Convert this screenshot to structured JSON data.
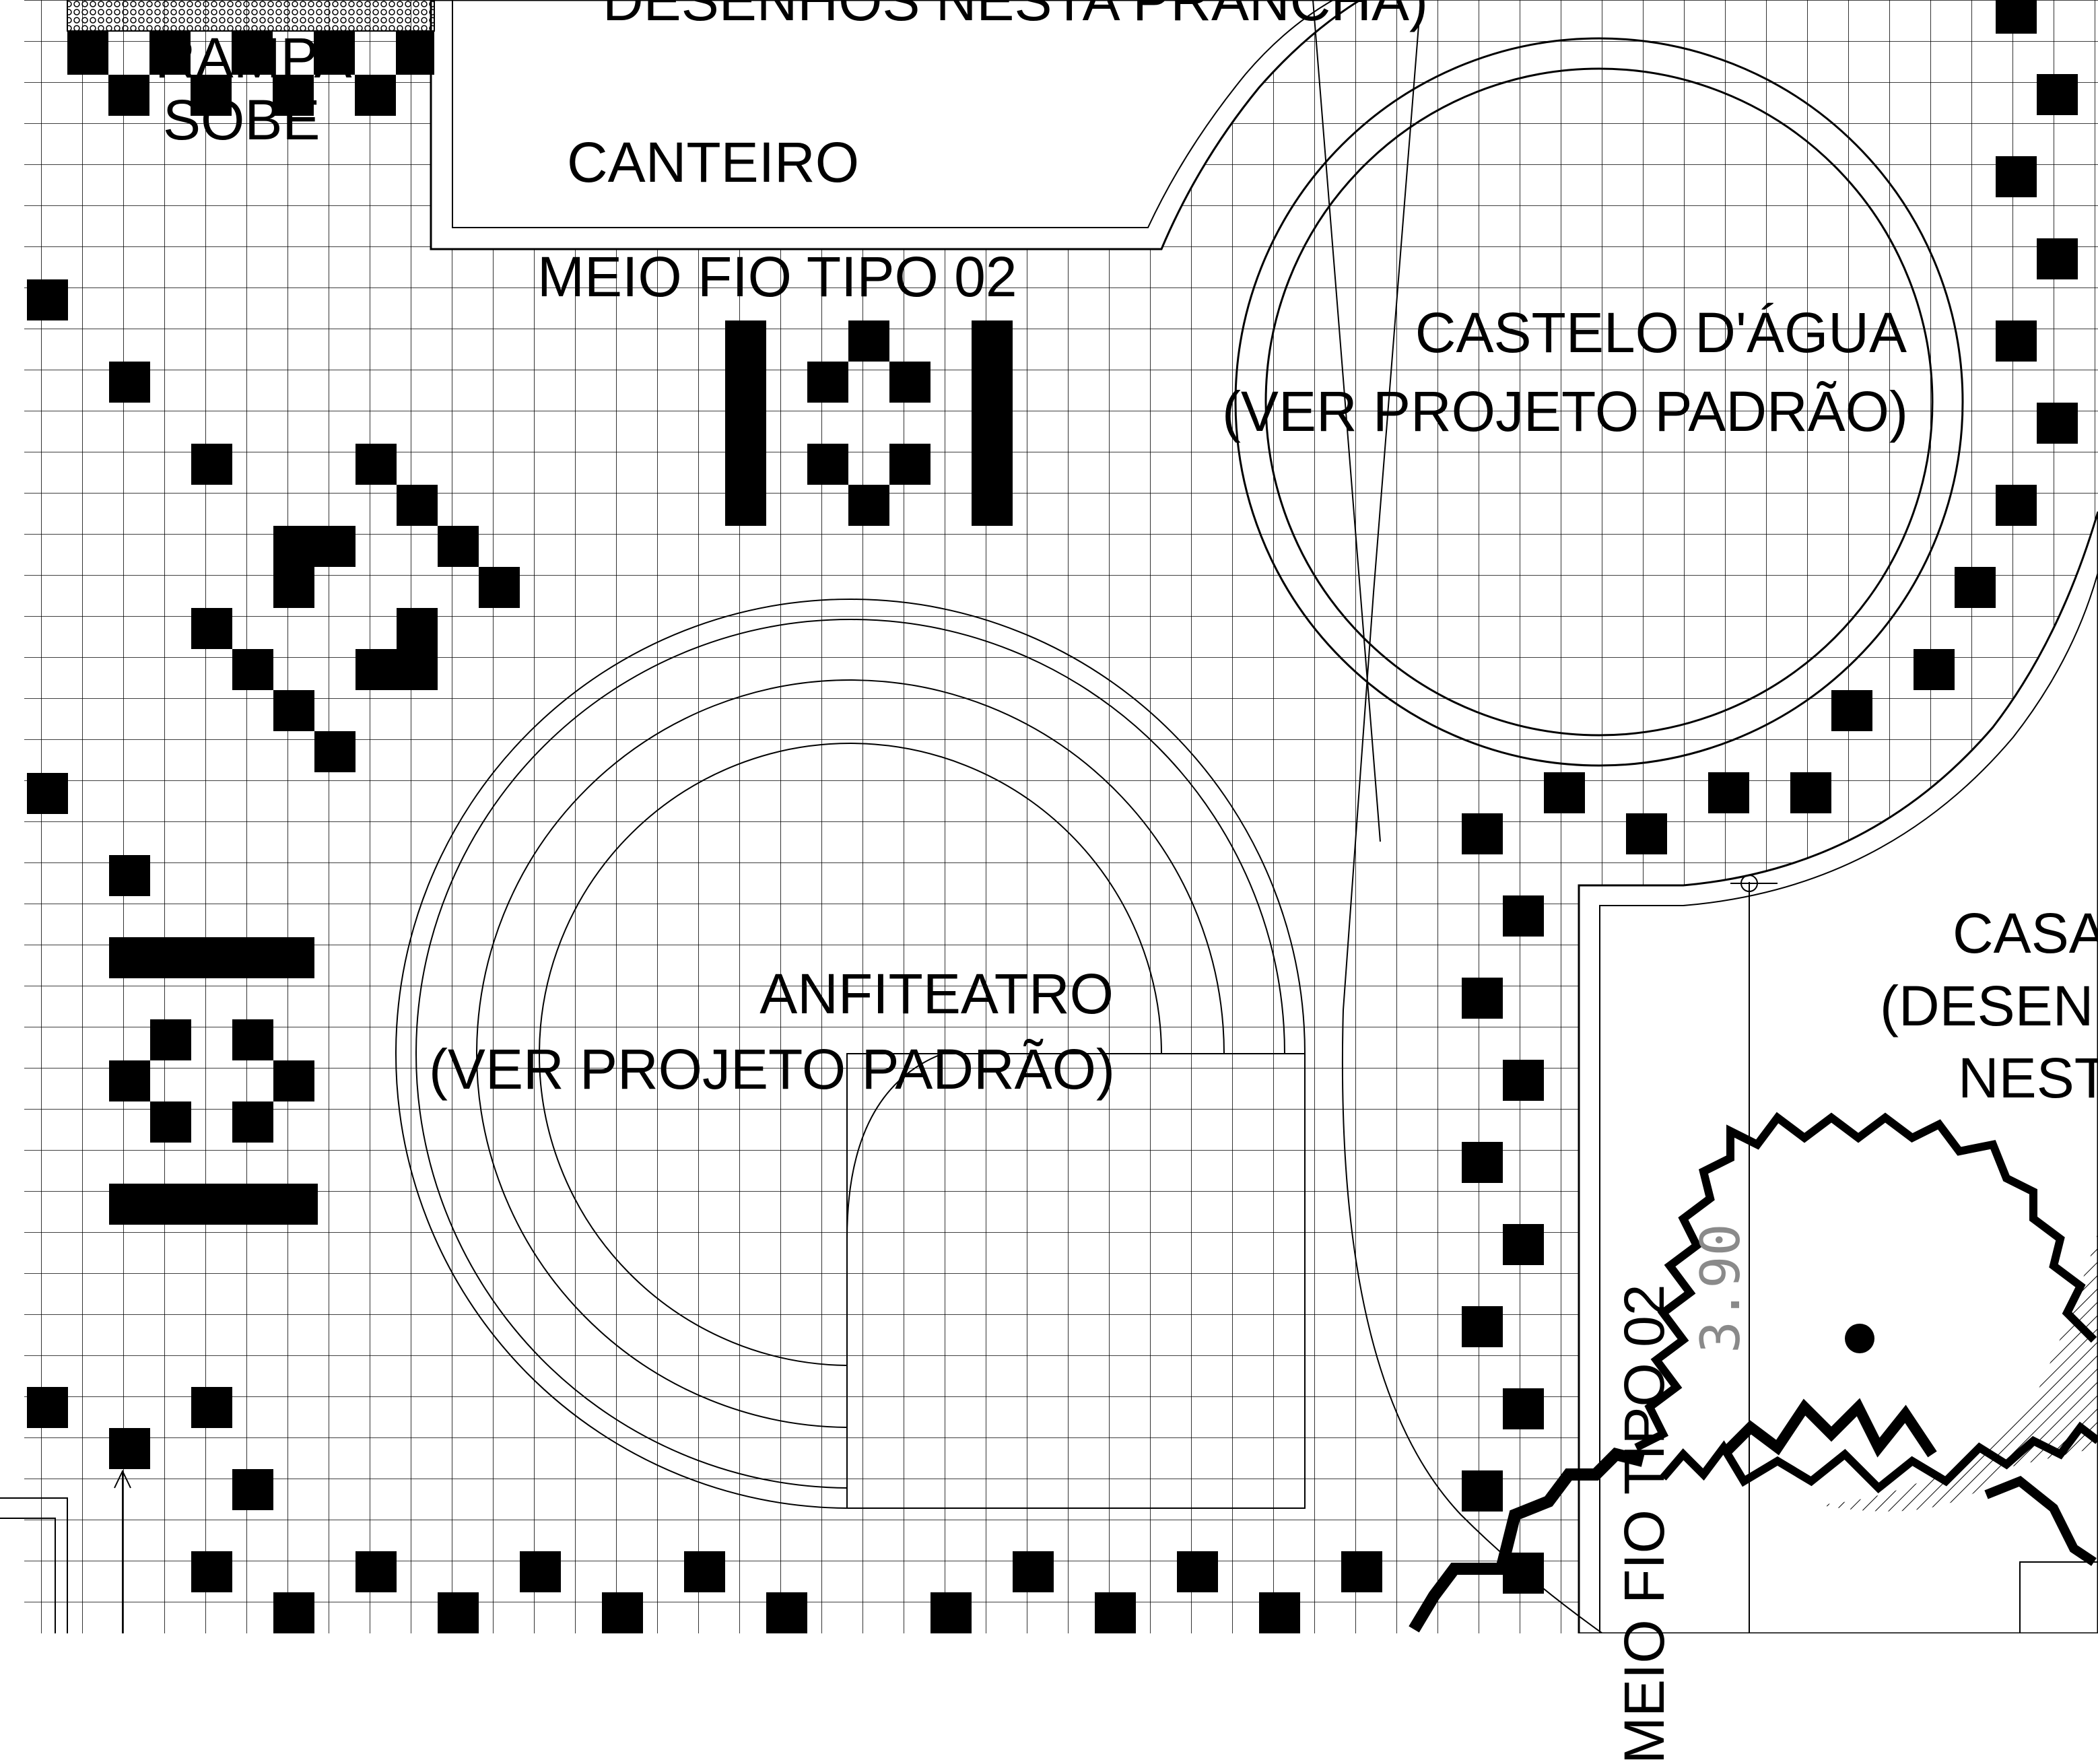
{
  "labels": {
    "rampa": "RAMPA",
    "sobe": "SOBE",
    "desenhos": "DESENHOS NESTA PRANCHA)",
    "canteiro": "CANTEIRO",
    "meio_fio_top": "MEIO FIO TIPO 02",
    "castelo_line1": "CASTELO D'ÁGUA",
    "castelo_line2": "(VER PROJETO PADRÃO)",
    "anfiteatro_line1": "ANFITEATRO",
    "anfiteatro_line2": "(VER PROJETO PADRÃO)",
    "casa_line1": "CASA",
    "casa_line2": "(DESEN",
    "casa_line3": "NEST",
    "meio_fio_vertical": "MEIO FIO TIPO 02",
    "dimension": "3.90"
  },
  "colors": {
    "line": "#000000",
    "paper": "#ffffff",
    "dimension_text": "#8a8a8a"
  }
}
